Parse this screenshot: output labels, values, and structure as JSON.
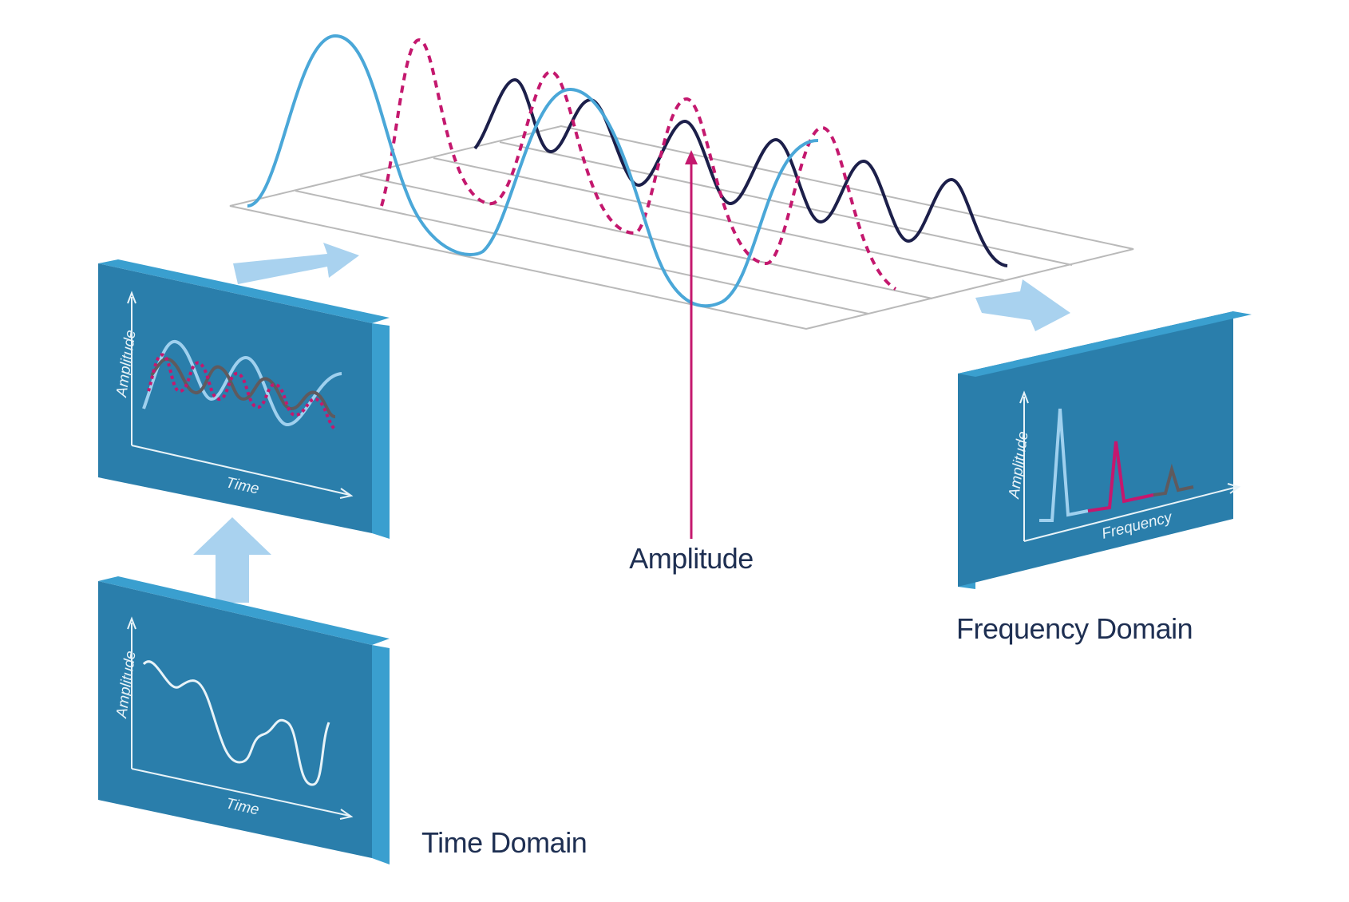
{
  "captions": {
    "amplitude": "Amplitude",
    "frequency_domain": "Frequency Domain",
    "time_domain": "Time Domain"
  },
  "panels": {
    "time_signal": {
      "ylabel": "Amplitude",
      "xlabel": "Time"
    },
    "time_components": {
      "ylabel": "Amplitude",
      "xlabel": "Time"
    },
    "frequency": {
      "ylabel": "Amplitude",
      "xlabel": "Frequency"
    }
  },
  "colors": {
    "panel_front": "#2a7eab",
    "panel_side": "#3a9fcf",
    "arrow": "#a9d2ef",
    "wave_light_blue": "#4aa7d8",
    "wave_magenta": "#c4186e",
    "wave_navy": "#1c1f4a",
    "grid": "#b9b9b9",
    "caption_text": "#1e2f52"
  }
}
